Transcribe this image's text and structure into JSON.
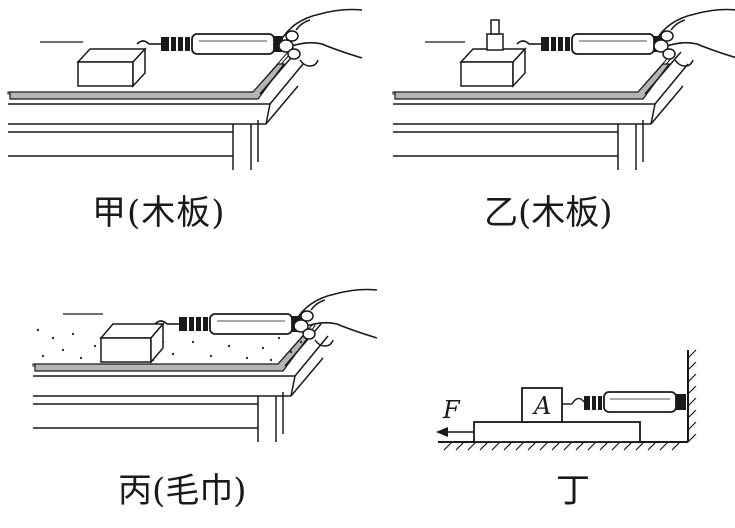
{
  "panels": [
    {
      "id": "jia",
      "caption": "甲(木板)"
    },
    {
      "id": "yi",
      "caption": "乙(木板)"
    },
    {
      "id": "bing",
      "caption": "丙(毛巾)"
    },
    {
      "id": "ding",
      "caption": "丁",
      "force_label": "F",
      "block_label": "A"
    }
  ],
  "colors": {
    "ink": "#1a1a1a",
    "board": "#b5b5b5",
    "towel_dot": "#333333"
  },
  "icons": [
    "hand-icon",
    "spring-scale-icon",
    "weight-icon",
    "wall-hatch-icon",
    "ground-hatch-icon",
    "arrow-left-icon"
  ]
}
